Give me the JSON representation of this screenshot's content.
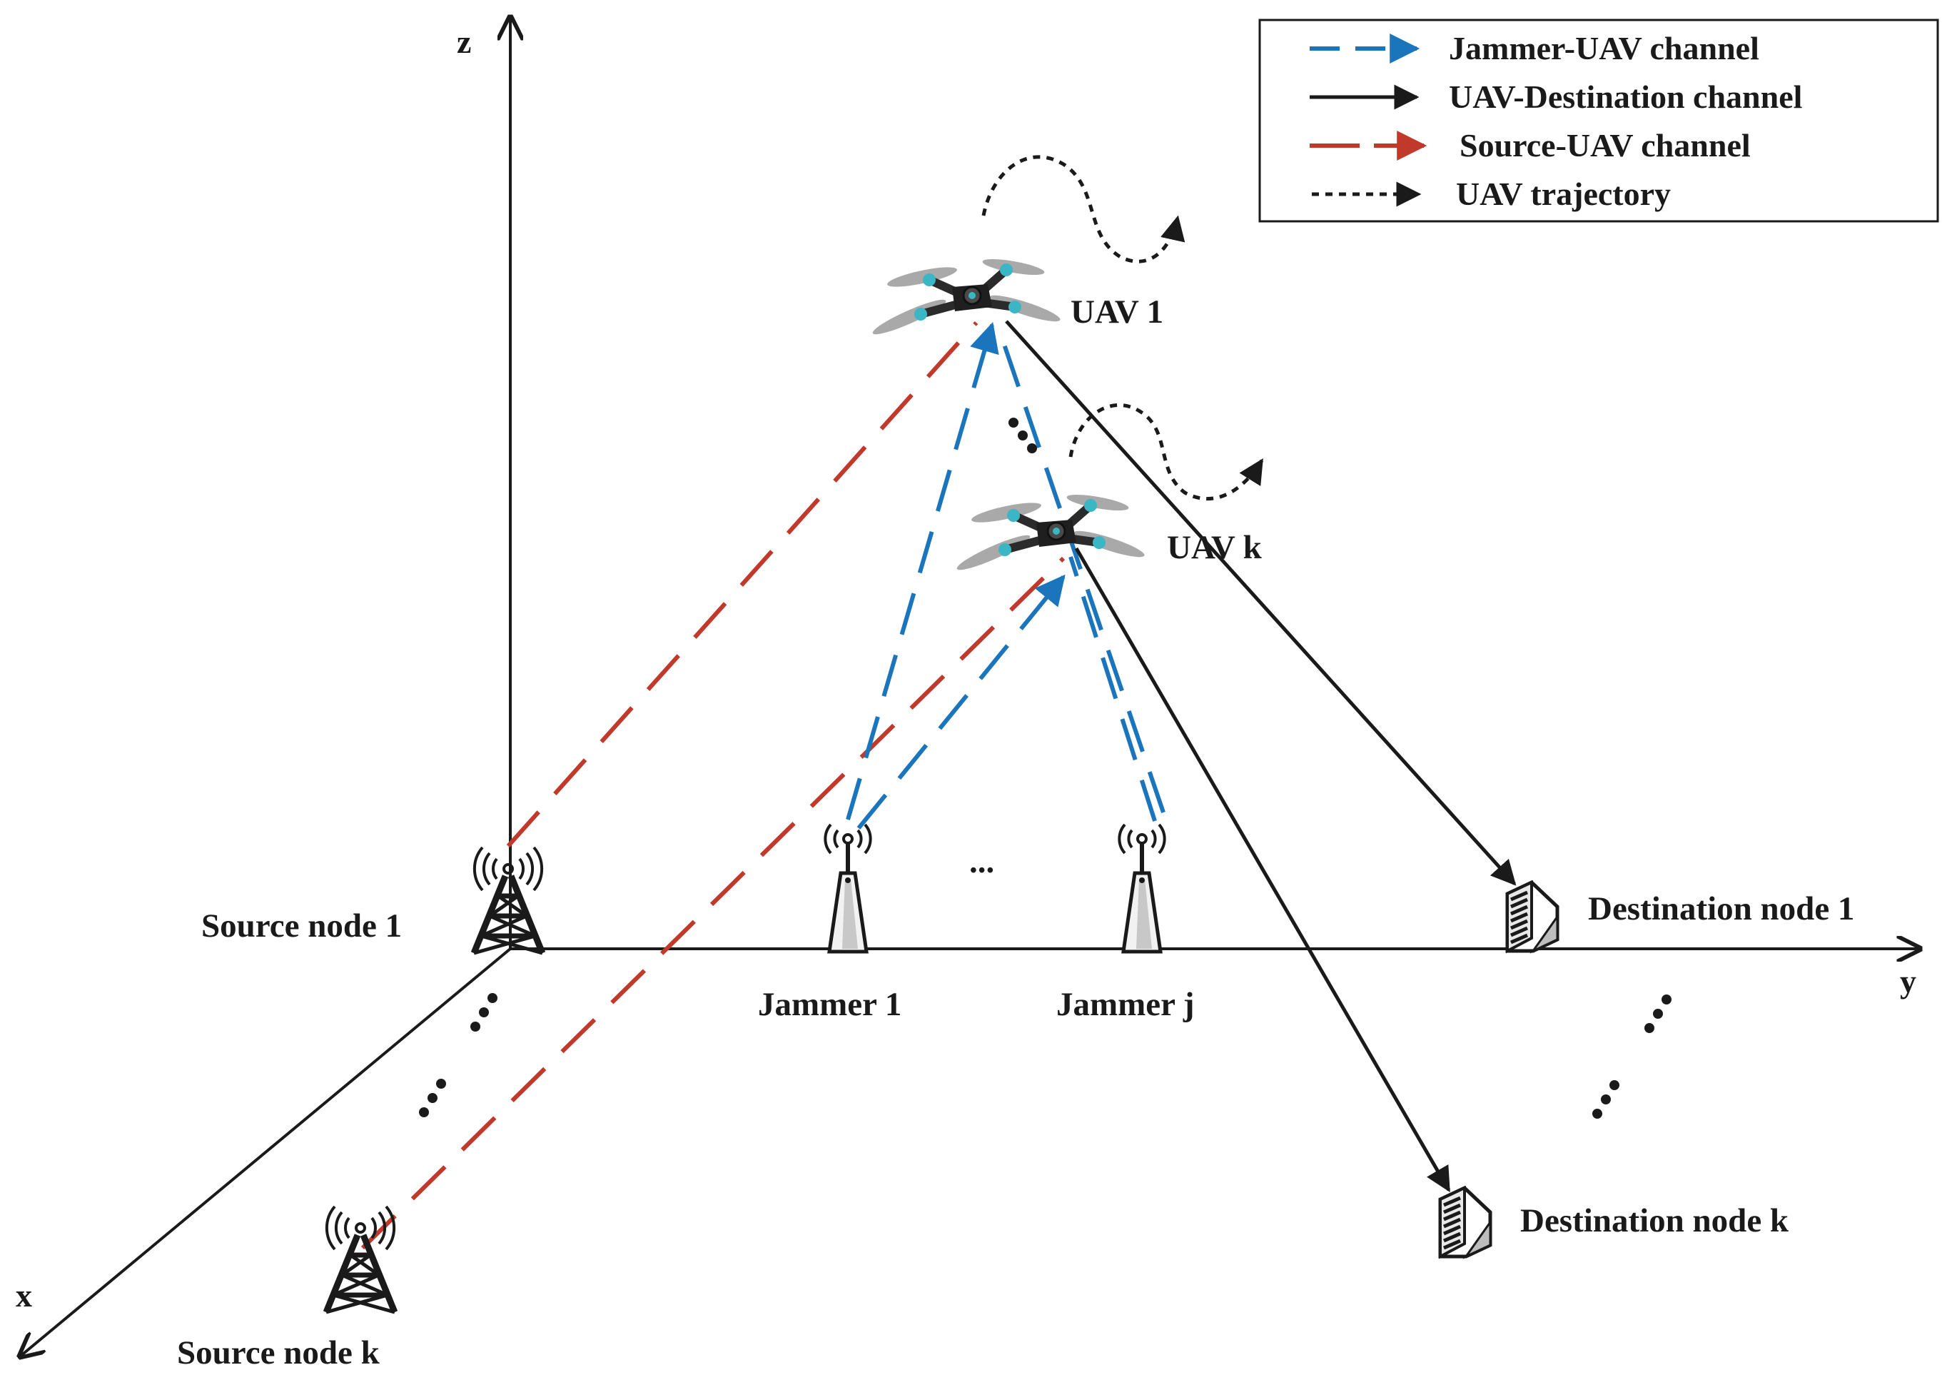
{
  "colors": {
    "jammer_uav": "#1b75bc",
    "uav_destination": "#1a1a1a",
    "source_uav": "#c0392b",
    "trajectory": "#1a1a1a",
    "axis": "#1a1a1a"
  },
  "legend": {
    "jammer_uav": "Jammer-UAV channel",
    "uav_destination": "UAV-Destination channel",
    "source_uav": "Source-UAV channel",
    "trajectory": "UAV trajectory"
  },
  "axes": {
    "x": "x",
    "y": "y",
    "z": "z"
  },
  "nodes": {
    "source_1": "Source node 1",
    "source_k": "Source node k",
    "jammer_1": "Jammer 1",
    "jammer_j": "Jammer j",
    "uav_1": "UAV 1",
    "uav_k": "UAV k",
    "destination_1": "Destination node 1",
    "destination_k": "Destination node k"
  },
  "ellipsis": "..."
}
